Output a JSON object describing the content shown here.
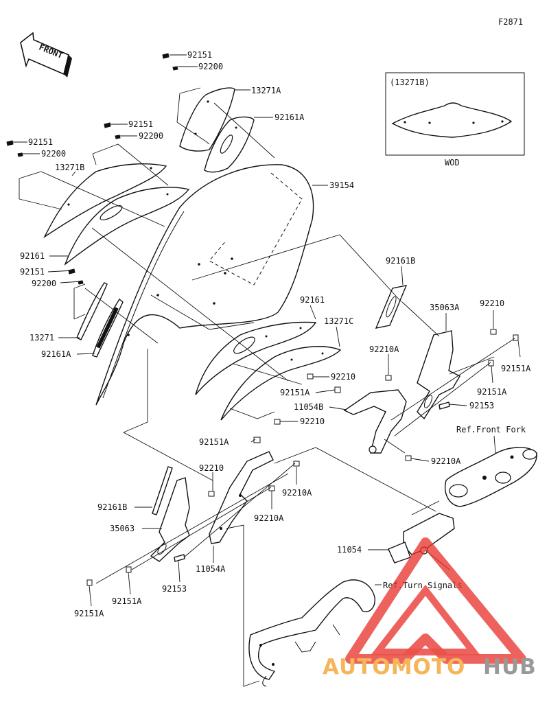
{
  "figure_code": "F2871",
  "front_arrow_label": "FRONT",
  "inset": {
    "title": "(13271B)",
    "caption": "WOD"
  },
  "watermark": {
    "brand_part1": "AUTOMOTO",
    "brand_part2": "HUB",
    "color_part1": "#f4a93c",
    "color_part2": "#888888",
    "logo_color": "#e8332a"
  },
  "labels": {
    "p92151_top": "92151",
    "p92200_top": "92200",
    "p13271A": "13271A",
    "p92161A_top": "92161A",
    "p92151_mid": "92151",
    "p92200_mid": "92200",
    "p92151_left": "92151",
    "p92200_left": "92200",
    "p13271B": "13271B",
    "p39154": "39154",
    "p92161_left": "92161",
    "p92151_l2": "92151",
    "p92200_l2": "92200",
    "p13271": "13271",
    "p92161A_left": "92161A",
    "p92161_right": "92161",
    "p13271C": "13271C",
    "p92210_a": "92210",
    "p92210_b": "92210",
    "p92161B_right": "92161B",
    "p35063A": "35063A",
    "p92210_c": "92210",
    "p92151A_r1": "92151A",
    "p92151A_r2": "92151A",
    "p92210A_r1": "92210A",
    "p92151A_m": "92151A",
    "p11054B": "11054B",
    "p92153_r": "92153",
    "p92210A_r2": "92210A",
    "ref_front_fork": "Ref.Front Fork",
    "p92151A_l": "92151A",
    "p92210_l": "92210",
    "p92210A_l1": "92210A",
    "p92210A_l2": "92210A",
    "p92161B_left": "92161B",
    "p35063": "35063",
    "p11054": "11054",
    "p11054A": "11054A",
    "p92153_l": "92153",
    "p92151A_b1": "92151A",
    "p92151A_b2": "92151A",
    "ref_turn_signals": "Ref.Turn Signals"
  }
}
